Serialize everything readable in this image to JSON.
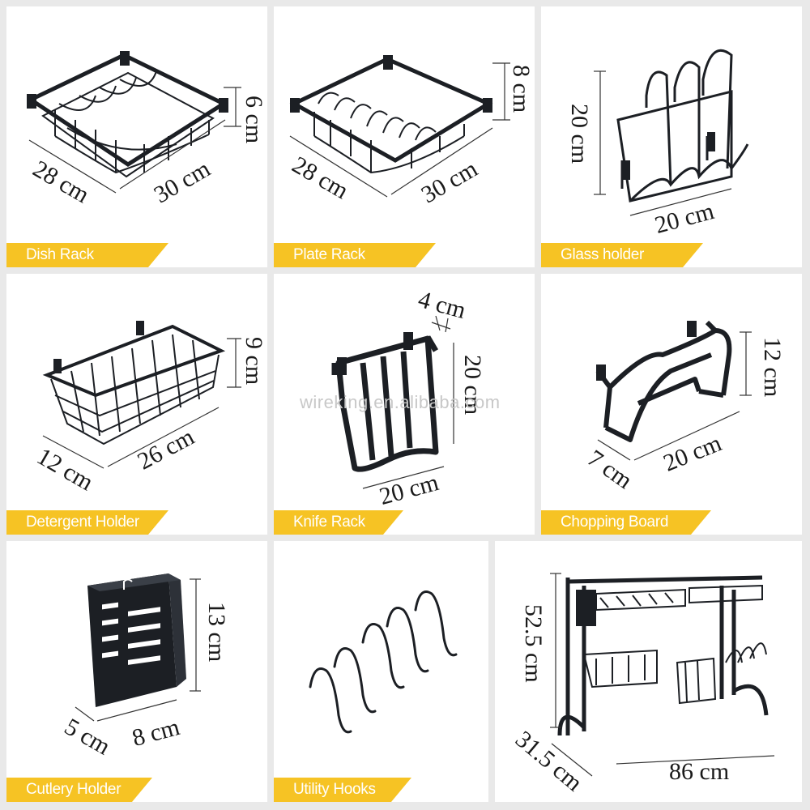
{
  "accent_color": "#f6c324",
  "product_color": "#1c1f24",
  "watermark": "wireking.en.alibaba.com",
  "panels": [
    {
      "label": "Dish Rack",
      "dims": [
        "6 cm",
        "28 cm",
        "30 cm"
      ],
      "icon": "dish-rack-icon"
    },
    {
      "label": "Plate Rack",
      "dims": [
        "8 cm",
        "28 cm",
        "30 cm"
      ],
      "icon": "plate-rack-icon"
    },
    {
      "label": "Glass holder",
      "dims": [
        "20 cm",
        "20 cm"
      ],
      "icon": "glass-holder-icon"
    },
    {
      "label": "Detergent Holder",
      "dims": [
        "9 cm",
        "12 cm",
        "26 cm"
      ],
      "icon": "detergent-holder-icon"
    },
    {
      "label": "Knife Rack",
      "dims": [
        "4 cm",
        "20 cm",
        "20 cm"
      ],
      "icon": "knife-rack-icon"
    },
    {
      "label": "Chopping Board",
      "dims": [
        "12 cm",
        "7 cm",
        "20 cm"
      ],
      "icon": "chopping-board-holder-icon"
    },
    {
      "label": "Cutlery Holder",
      "dims": [
        "13 cm",
        "5 cm",
        "8 cm"
      ],
      "icon": "cutlery-holder-icon"
    },
    {
      "label": "Utility Hooks",
      "dims": [],
      "icon": "utility-hooks-icon"
    },
    {
      "label": "",
      "dims": [
        "52.5 cm",
        "31.5 cm",
        "86 cm"
      ],
      "icon": "full-sink-rack-icon"
    }
  ]
}
